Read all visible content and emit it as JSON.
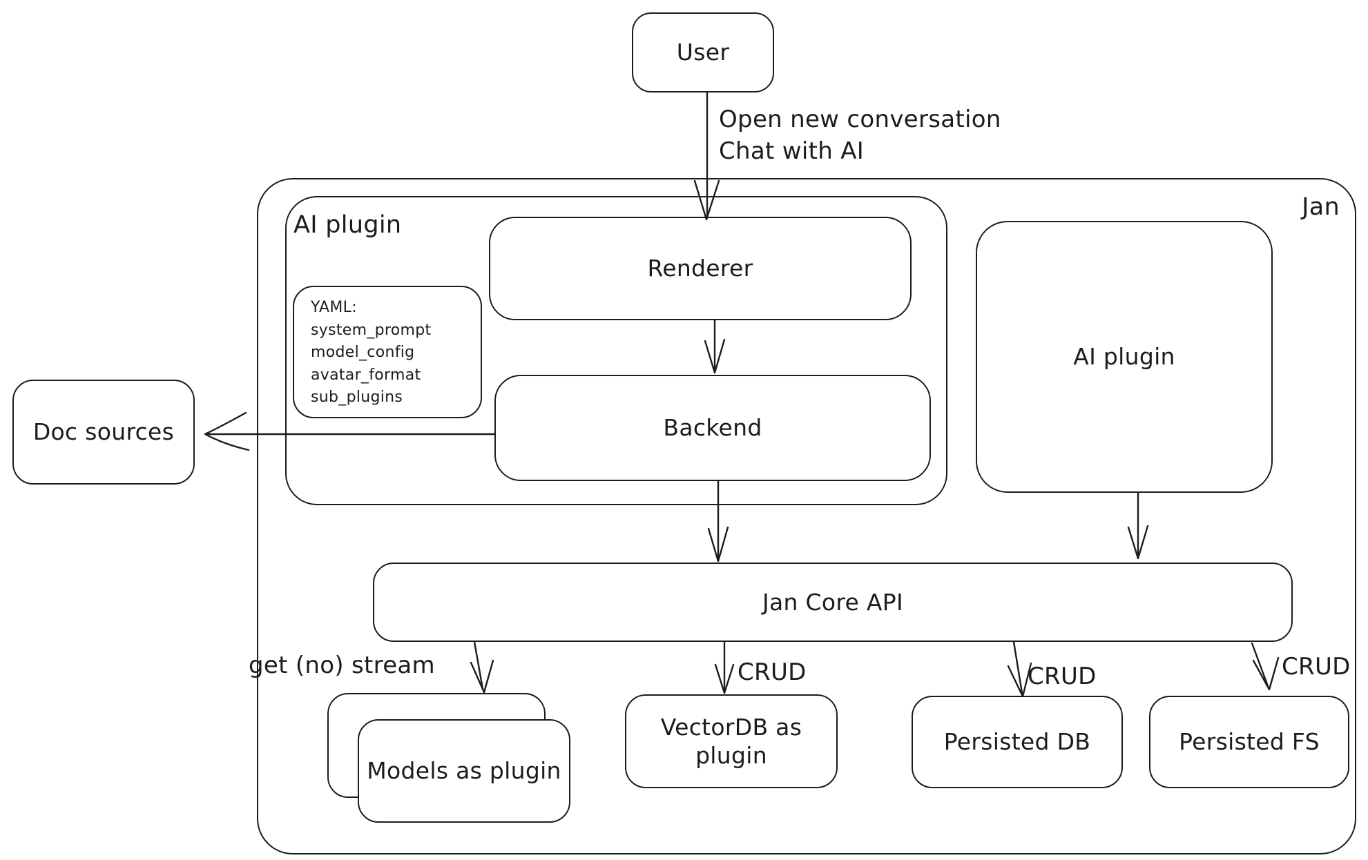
{
  "diagram": {
    "nodes": {
      "user": {
        "label": "User"
      },
      "jan_container": {
        "label": "Jan"
      },
      "ai_plugin_container": {
        "label": "AI plugin"
      },
      "renderer": {
        "label": "Renderer"
      },
      "yaml_note": {
        "title": "YAML:",
        "line1": "system_prompt",
        "line2": "model_config",
        "line3": "avatar_format",
        "line4": "sub_plugins"
      },
      "backend": {
        "label": "Backend"
      },
      "ai_plugin_box": {
        "label": "AI plugin"
      },
      "doc_sources": {
        "label": "Doc sources"
      },
      "jan_core_api": {
        "label": "Jan Core API"
      },
      "models_as_plugin": {
        "label": "Models as plugin"
      },
      "vectordb_as_plugin": {
        "label": "VectorDB as plugin"
      },
      "persisted_db": {
        "label": "Persisted DB"
      },
      "persisted_fs": {
        "label": "Persisted FS"
      }
    },
    "edges": {
      "user_to_renderer": {
        "label_line1": "Open new conversation",
        "label_line2": "Chat with AI"
      },
      "core_to_models": {
        "label": "get (no) stream"
      },
      "core_to_vectordb": {
        "label": "CRUD"
      },
      "core_to_persisted_db": {
        "label": "CRUD"
      },
      "core_to_persisted_fs": {
        "label": "CRUD"
      }
    },
    "colors": {
      "stroke": "#1c1c1c",
      "background": "#ffffff"
    }
  }
}
